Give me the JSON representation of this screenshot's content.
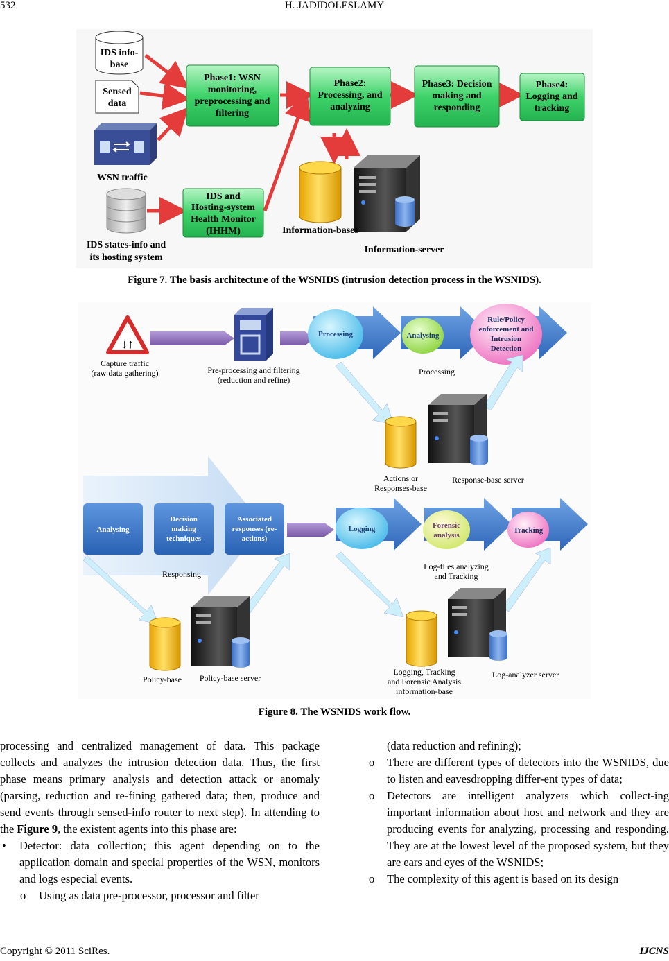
{
  "header": {
    "page_number": "532",
    "running_title": "H. JADIDOLESLAMY"
  },
  "figure7": {
    "caption": "Figure 7. The basis architecture of the WSNIDS (intrusion detection process in the WSNIDS).",
    "ids_info_base": [
      "IDS info-",
      "base"
    ],
    "sensed_data": [
      "Sensed",
      "data"
    ],
    "wsn_traffic": "WSN traffic",
    "ids_states": [
      "IDS states-info and",
      "its hosting system"
    ],
    "phase1": [
      "Phase1: WSN",
      "monitoring,",
      "preprocessing and",
      "filtering"
    ],
    "phase2": [
      "Phase2:",
      "Processing, and",
      "analyzing"
    ],
    "phase3": [
      "Phase3: Decision",
      "making and",
      "responding"
    ],
    "phase4": [
      "Phase4:",
      "Logging and",
      "tracking"
    ],
    "ihhm": [
      "IDS and",
      "Hosting-system",
      "Health Monitor",
      "(IHHM)"
    ],
    "information_bases": "Information-bases",
    "information_server": "Information-server"
  },
  "figure8": {
    "caption": "Figure 8. The WSNIDS work flow.",
    "capture_traffic": [
      "Capture traffic",
      "(raw data gathering)"
    ],
    "preprocessing": [
      "Pre-processing and filtering",
      "(reduction and refine)"
    ],
    "processing_ball": "Processing",
    "analysing_ball": "Analysing",
    "rule_policy": [
      "Rule/Policy",
      "enforcement and",
      "Intrusion",
      "Detection"
    ],
    "processing_label": "Processing",
    "actions_base": [
      "Actions or",
      "Responses-base"
    ],
    "response_server": "Response-base server",
    "analysing_box": "Analysing",
    "decision_box": [
      "Decision",
      "making",
      "techniques"
    ],
    "associated_box": [
      "Associated",
      "responses (re-",
      "actions)"
    ],
    "responsing_label": "Responsing",
    "logging_ball": "Logging",
    "forensic_ball": [
      "Forensic",
      "analysis"
    ],
    "tracking_ball": "Tracking",
    "logfiles_label": [
      "Log-files analyzing",
      "and Tracking"
    ],
    "policy_base": "Policy-base",
    "policy_server": "Policy-base server",
    "logging_base": [
      "Logging, Tracking",
      "and Forensic Analysis",
      "information-base"
    ],
    "log_analyzer": "Log-analyzer server"
  },
  "left_column": {
    "para_text": "processing and centralized management of data. This package collects and analyzes the intrusion detection data. Thus, the first phase means primary analysis and detection attack or anomaly (parsing, reduction and re-fining gathered data; then, produce and send events through sensed-info router to next step). In attending to the ",
    "para_ref": "Figure 9",
    "para_tail": ", the existent agents into this phase are:",
    "bullet1": "Detector: data collection; this agent depending on to the application domain and special properties of the WSN, monitors and logs especial events.",
    "sub1": "Using as data pre-processor, processor and filter"
  },
  "right_column": {
    "cont": "(data reduction and refining);",
    "sub2": "There are different types of detectors into the WSNIDS, due to listen and eavesdropping differ-ent types of data;",
    "sub3": "Detectors are intelligent analyzers which collect-ing important information about host and network and they are producing events for analyzing, processing and responding. They are at the lowest level of the proposed system, but they are ears and eyes of the WSNIDS;",
    "sub4": "The complexity of this agent is based on its design"
  },
  "footer": {
    "copyright": "Copyright © 2011 SciRes.",
    "journal": "IJCNS"
  }
}
